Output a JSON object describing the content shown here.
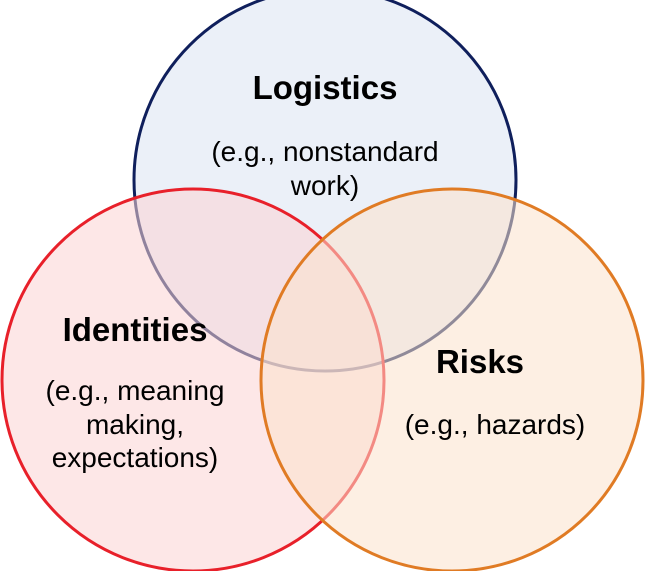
{
  "sets": [
    {
      "id": "logistics",
      "title": "Logistics",
      "description_lines": [
        "(e.g., nonstandard",
        "work)"
      ],
      "fill": "#dae3f3",
      "stroke": "#0f1f5c"
    },
    {
      "id": "identities",
      "title": "Identities",
      "description_lines": [
        "(e.g., meaning",
        "making,",
        "expectations)"
      ],
      "fill": "#fbd4d4",
      "stroke": "#e8202a"
    },
    {
      "id": "risks",
      "title": "Risks",
      "description_lines": [
        "(e.g., hazards)"
      ],
      "fill": "#fbe1cc",
      "stroke": "#e07b24"
    }
  ]
}
